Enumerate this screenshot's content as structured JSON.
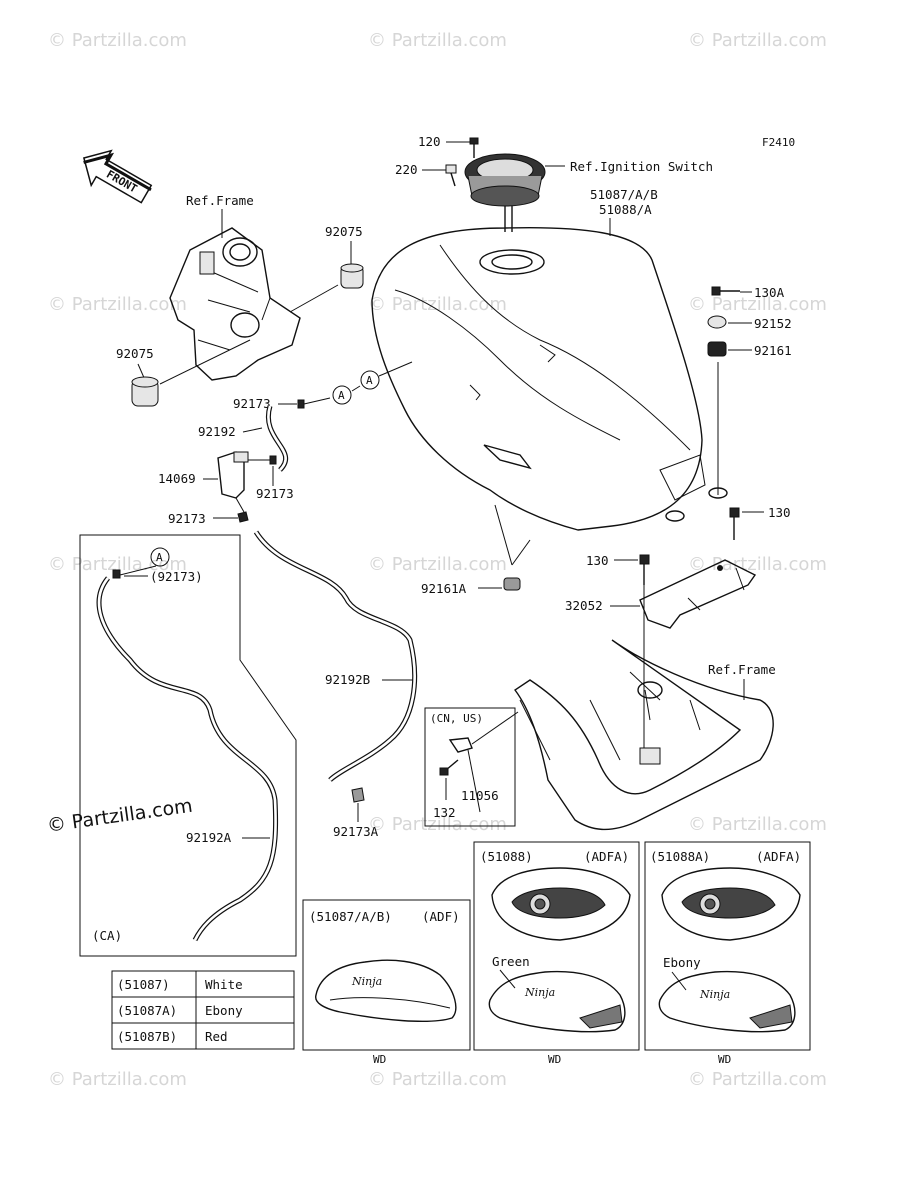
{
  "figure_code": "F2410",
  "watermark": "© Partzilla.com",
  "front_label": "FRONT",
  "refs": {
    "frame_top": "Ref.Frame",
    "ignition": "Ref.Ignition Switch",
    "frame_right": "Ref.Frame"
  },
  "parts": {
    "p120": "120",
    "p220": "220",
    "tank": "51087/A/B",
    "tank2": "51088/A",
    "p92075_top": "92075",
    "p92075_left": "92075",
    "p130A": "130A",
    "p92152": "92152",
    "p92161": "92161",
    "p92173_a": "92173",
    "p92192": "92192",
    "p14069": "14069",
    "p92173_b": "92173",
    "p92173_c": "92173",
    "p130_right": "130",
    "p130_mid": "130",
    "p92161A": "92161A",
    "p32052": "32052",
    "p92192B": "92192B",
    "p92173A": "92173A",
    "p11056": "11056",
    "p132": "132",
    "ca_92173": "(92173)",
    "ca_92192A": "92192A",
    "marker_A": "A"
  },
  "boxes": {
    "ca_label": "(CA)",
    "cnus_label": "(CN, US)",
    "adf_label": "(51087/A/B)",
    "adf_code": "(ADF)",
    "adf_wd": "WD",
    "b51088_label": "(51088)",
    "b51088_code": "(ADFA)",
    "b51088_color": "Green",
    "b51088_wd": "WD",
    "b51088A_label": "(51088A)",
    "b51088A_code": "(ADFA)",
    "b51088A_color": "Ebony",
    "b51088A_wd": "WD"
  },
  "color_table": [
    {
      "part": "(51087)",
      "color": "White"
    },
    {
      "part": "(51087A)",
      "color": "Ebony"
    },
    {
      "part": "(51087B)",
      "color": "Red"
    }
  ]
}
